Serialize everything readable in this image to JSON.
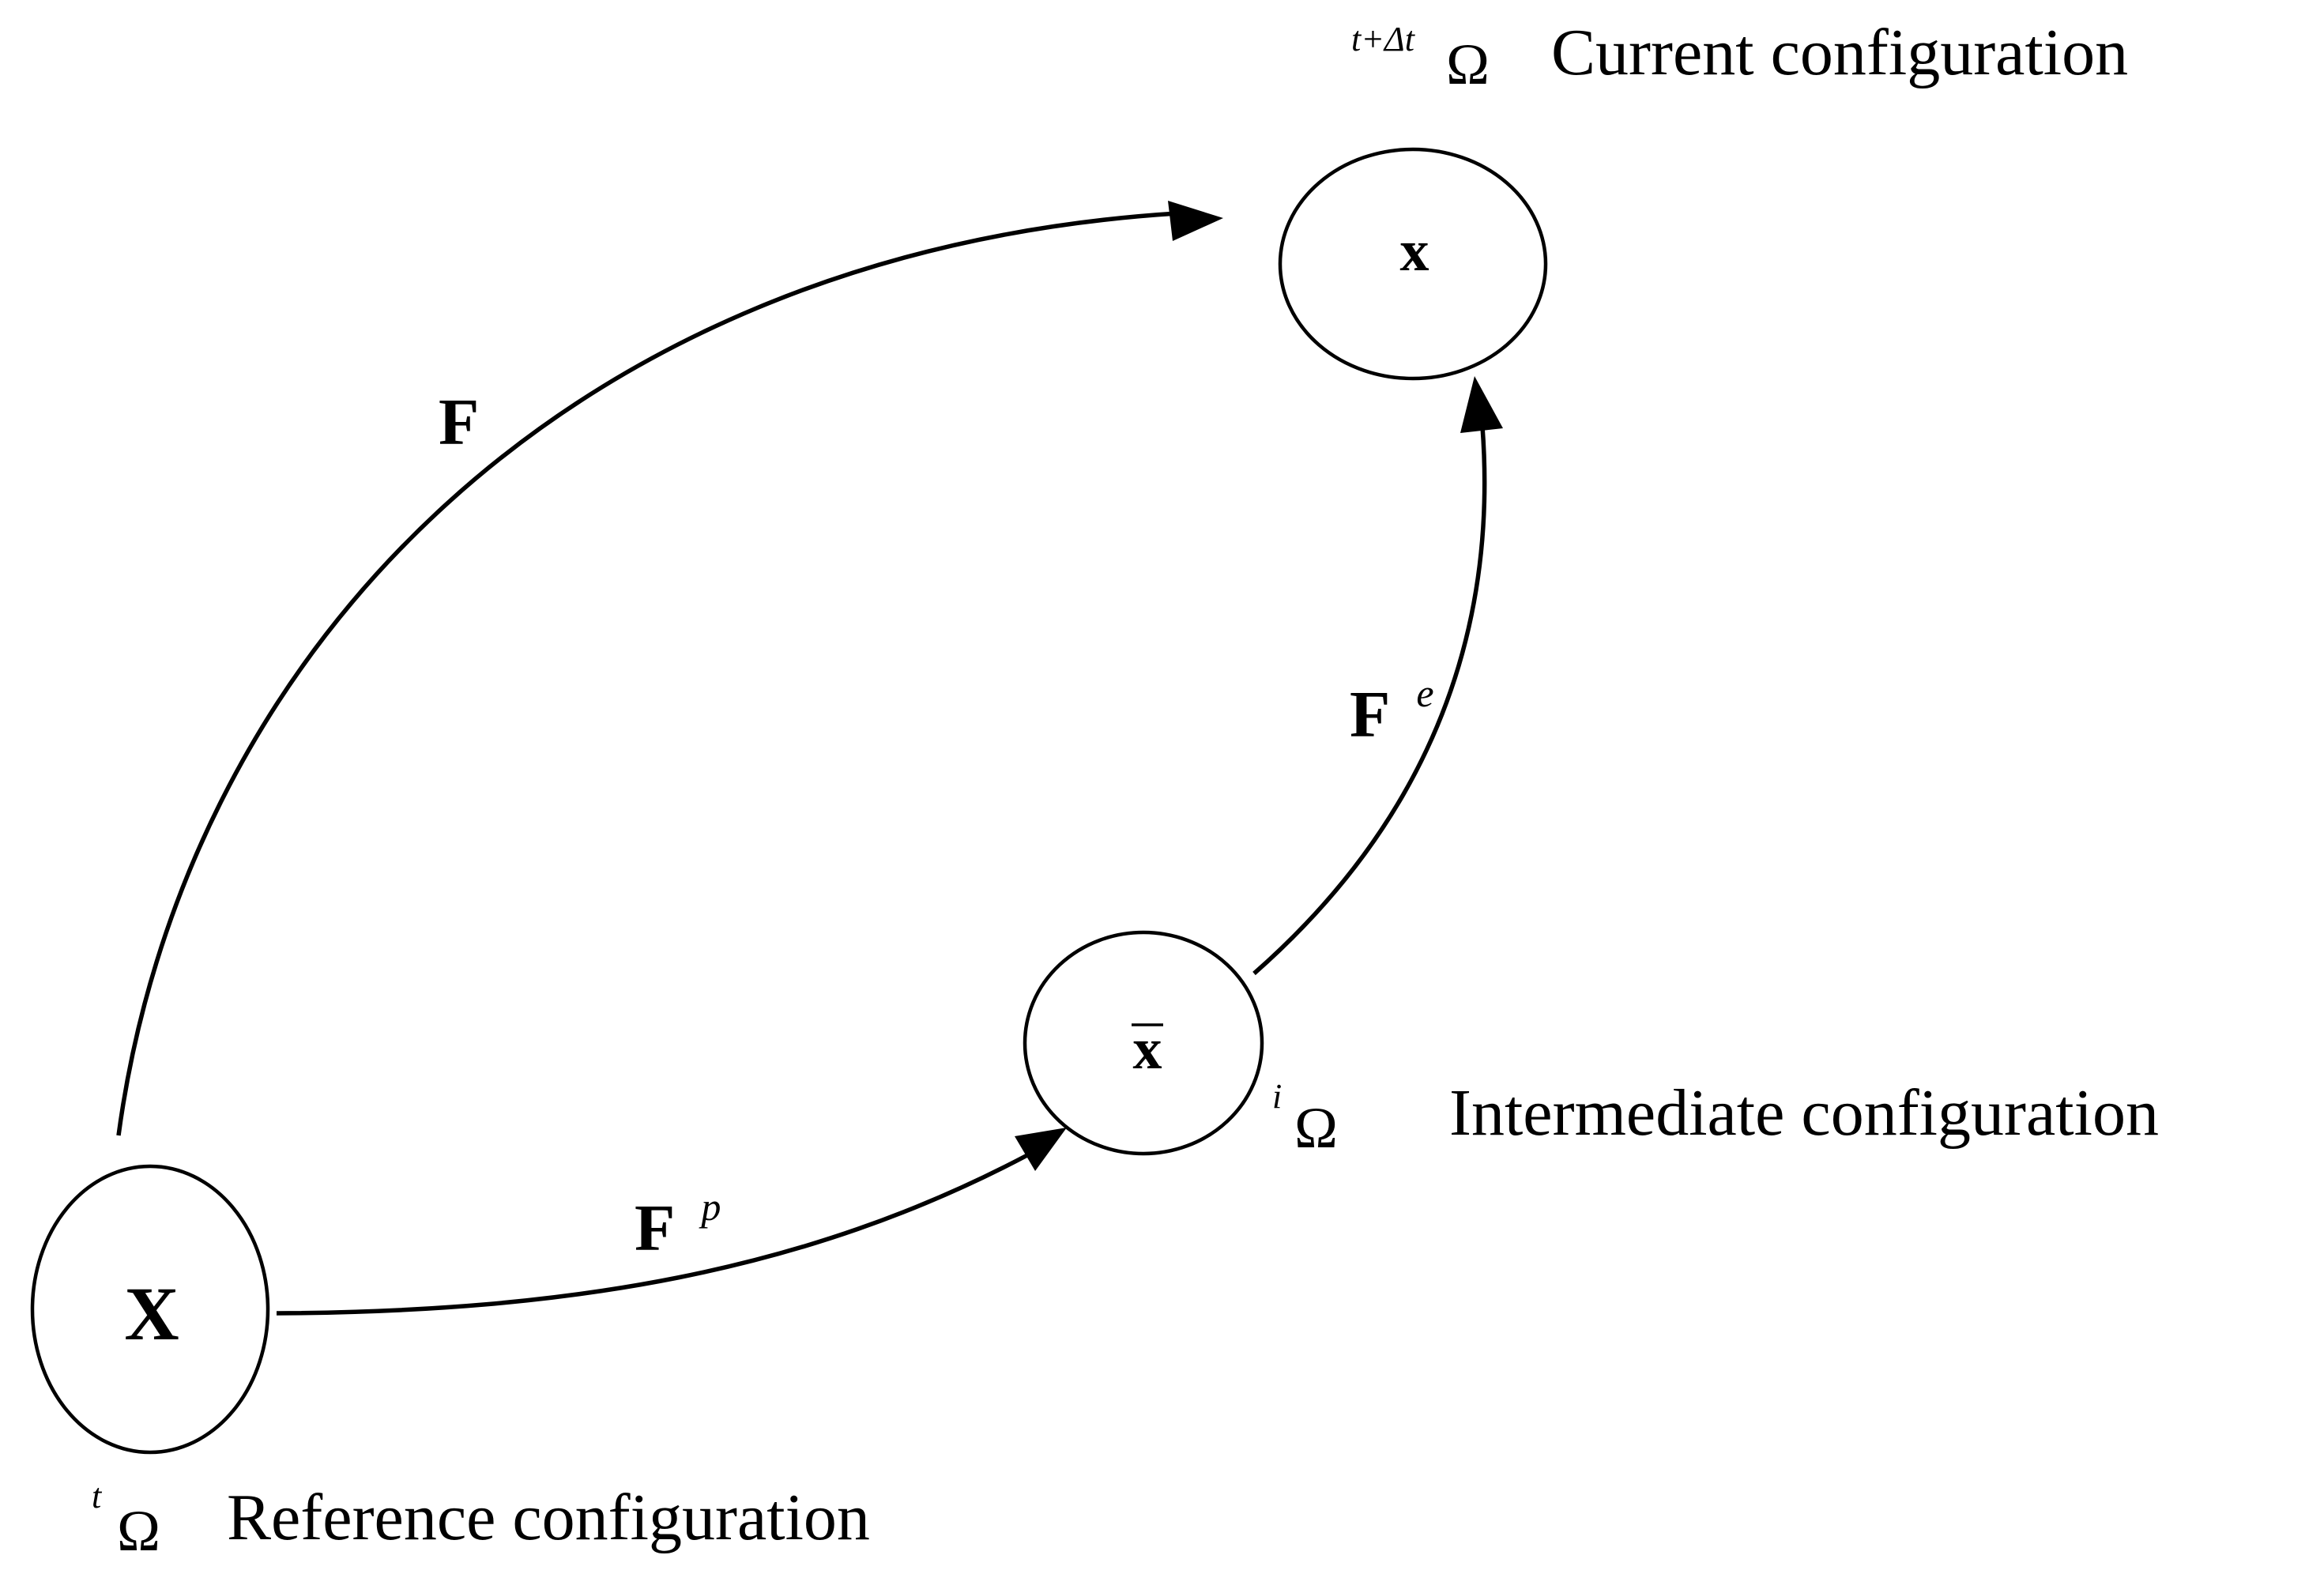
{
  "configurations": {
    "reference": {
      "point_symbol": "X",
      "omega_superscript": "t",
      "omega_symbol": "Ω",
      "label": "Reference configuration"
    },
    "intermediate": {
      "point_symbol": "x",
      "point_overbar": true,
      "omega_superscript": "i",
      "omega_symbol": "Ω",
      "label": "Intermediate configuration"
    },
    "current": {
      "point_symbol": "x",
      "omega_superscript": "t+Δt",
      "omega_symbol": "Ω",
      "label": "Current configuration"
    }
  },
  "mappings": {
    "total": {
      "symbol": "F",
      "superscript": "",
      "from": "reference",
      "to": "current"
    },
    "plastic": {
      "symbol": "F",
      "superscript": "p",
      "from": "reference",
      "to": "intermediate"
    },
    "elastic": {
      "symbol": "F",
      "superscript": "e",
      "from": "intermediate",
      "to": "current"
    }
  }
}
